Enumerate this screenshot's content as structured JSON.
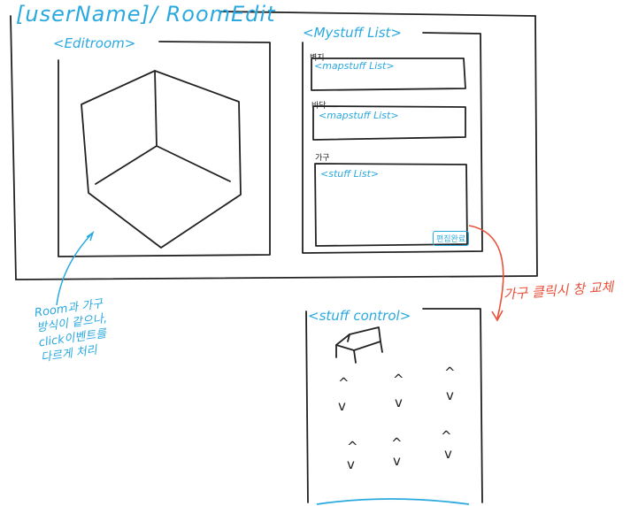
{
  "header": {
    "title": "[userName]/ RoomEdit"
  },
  "edit_room": {
    "label": "<Editroom>"
  },
  "my_stuff": {
    "label": "<Mystuff List>",
    "sections": [
      {
        "heading": "벽지",
        "list_label": "<mapstuff List>"
      },
      {
        "heading": "바닥",
        "list_label": "<mapstuff List>"
      },
      {
        "heading": "가구",
        "list_label": "<stuff List>"
      }
    ],
    "done_button": "편집완료"
  },
  "stuff_control": {
    "label": "<stuff control>",
    "controls": [
      {
        "up": "^",
        "down": "v"
      },
      {
        "up": "^",
        "down": "v"
      },
      {
        "up": "^",
        "down": "v"
      },
      {
        "up": "^",
        "down": "v"
      },
      {
        "up": "^",
        "down": "v"
      },
      {
        "up": "^",
        "down": "v"
      }
    ]
  },
  "annotations": {
    "room_note": [
      "Room과 가구",
      "방식이 같으나,",
      "click이벤트를",
      "다르게 처리"
    ],
    "furniture_note": "가구 클릭시 창 교체"
  },
  "colors": {
    "sketch": "#222222",
    "label": "#2aa9e0",
    "annotation": "#e8503a"
  }
}
